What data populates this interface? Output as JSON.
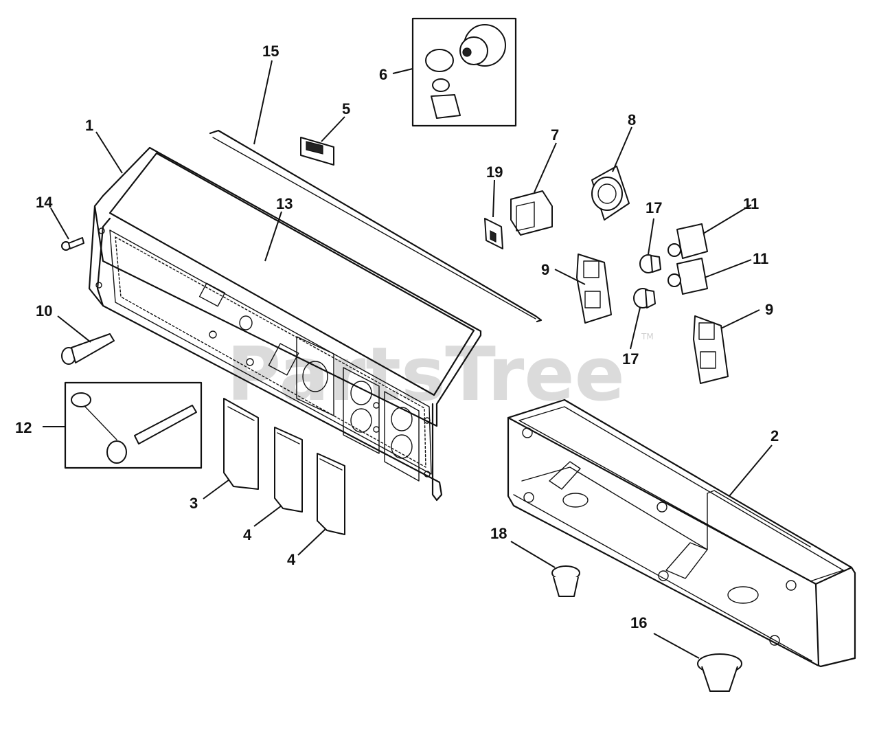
{
  "watermark": {
    "brand": "PartsTree",
    "trademark": "TM"
  },
  "callouts": {
    "c1": "1",
    "c2": "2",
    "c3": "3",
    "c4a": "4",
    "c4b": "4",
    "c5": "5",
    "c6": "6",
    "c7": "7",
    "c8": "8",
    "c9a": "9",
    "c9b": "9",
    "c10": "10",
    "c11a": "11",
    "c11b": "11",
    "c12": "12",
    "c13": "13",
    "c14": "14",
    "c15": "15",
    "c16": "16",
    "c17a": "17",
    "c17b": "17",
    "c18": "18",
    "c19": "19"
  }
}
